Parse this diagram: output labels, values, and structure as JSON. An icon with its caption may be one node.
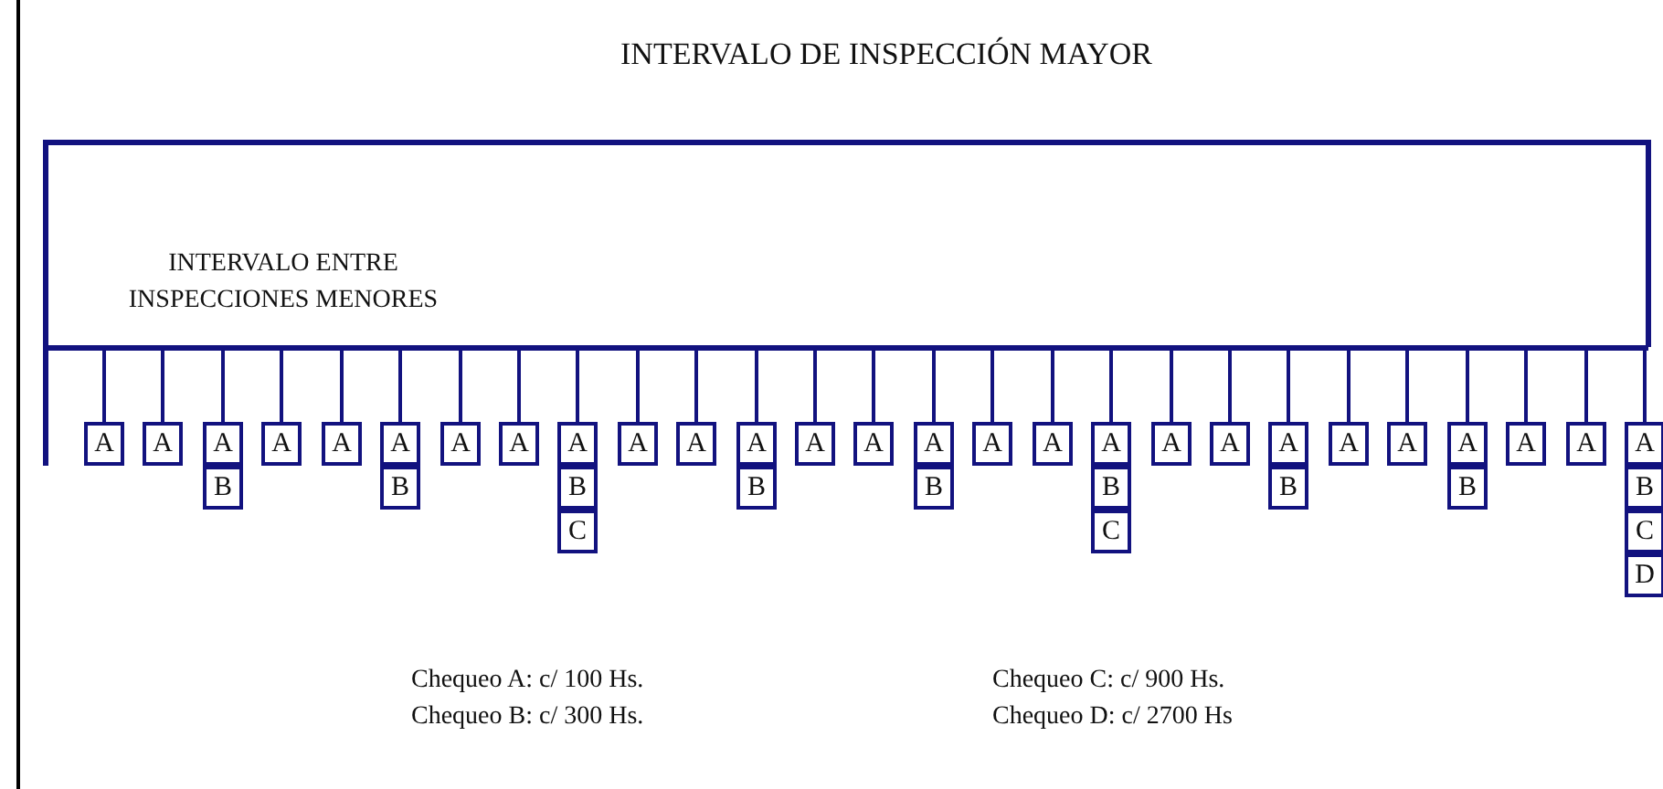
{
  "diagram": {
    "title": "INTERVALO DE INSPECCIÓN MAYOR",
    "nodes": [
      {
        "text": [],
        "shape": "bar"
      },
      {
        "text": [
          "A"
        ]
      },
      {
        "text": [
          "A"
        ]
      },
      {
        "text": [
          "A"
        ]
      },
      {
        "text": [
          "B"
        ]
      },
      {
        "text": [
          "A"
        ]
      },
      {
        "text": [
          "A"
        ]
      },
      {
        "text": [
          "A"
        ]
      },
      {
        "text": [
          "B"
        ]
      },
      {
        "text": [
          "A"
        ]
      },
      {
        "text": [
          "A"
        ]
      },
      {
        "text": [
          "A"
        ]
      },
      {
        "text": [
          "B"
        ]
      },
      {
        "text": [
          "C"
        ]
      },
      {
        "text": [
          "A"
        ]
      },
      {
        "text": [
          "A"
        ]
      },
      {
        "text": [
          "A"
        ]
      },
      {
        "text": [
          "B"
        ]
      },
      {
        "text": [
          "A"
        ]
      },
      {
        "text": [
          "A"
        ]
      },
      {
        "text": [
          "A"
        ]
      },
      {
        "text": [
          "B"
        ]
      },
      {
        "text": [
          "A"
        ]
      },
      {
        "text": [
          "A"
        ]
      },
      {
        "text": [
          "A"
        ]
      },
      {
        "text": [
          "B"
        ]
      },
      {
        "text": [
          "C"
        ]
      },
      {
        "text": [
          "A"
        ]
      },
      {
        "text": [
          "A"
        ]
      },
      {
        "text": [
          "A"
        ]
      },
      {
        "text": [
          "B"
        ]
      },
      {
        "text": [
          "A"
        ]
      },
      {
        "text": [
          "A"
        ]
      },
      {
        "text": [
          "A"
        ]
      },
      {
        "text": [
          "B"
        ]
      },
      {
        "text": [
          "A"
        ]
      },
      {
        "text": [
          "A"
        ]
      },
      {
        "text": [
          "A"
        ]
      },
      {
        "text": [
          "B"
        ]
      },
      {
        "text": [
          "C"
        ]
      },
      {
        "text": [
          "D"
        ]
      }
    ],
    "edges": [
      {
        "from": 0,
        "to": 1,
        "arrow": "none"
      },
      {
        "from": 0,
        "to": 2,
        "arrow": "none"
      },
      {
        "from": 0,
        "to": 3,
        "arrow": "none"
      },
      {
        "from": 0,
        "to": 5,
        "arrow": "none"
      },
      {
        "from": 0,
        "to": 6,
        "arrow": "none"
      },
      {
        "from": 0,
        "to": 7,
        "arrow": "none"
      },
      {
        "from": 0,
        "to": 9,
        "arrow": "none"
      },
      {
        "from": 0,
        "to": 10,
        "arrow": "none"
      },
      {
        "from": 0,
        "to": 11,
        "arrow": "none"
      },
      {
        "from": 0,
        "to": 14,
        "arrow": "none"
      },
      {
        "from": 0,
        "to": 15,
        "arrow": "none"
      },
      {
        "from": 0,
        "to": 16,
        "arrow": "none"
      },
      {
        "from": 0,
        "to": 18,
        "arrow": "none"
      },
      {
        "from": 0,
        "to": 19,
        "arrow": "none"
      },
      {
        "from": 0,
        "to": 20,
        "arrow": "none"
      },
      {
        "from": 0,
        "to": 22,
        "arrow": "none"
      },
      {
        "from": 0,
        "to": 23,
        "arrow": "none"
      },
      {
        "from": 0,
        "to": 24,
        "arrow": "none"
      },
      {
        "from": 0,
        "to": 27,
        "arrow": "none"
      },
      {
        "from": 0,
        "to": 28,
        "arrow": "none"
      },
      {
        "from": 0,
        "to": 29,
        "arrow": "none"
      },
      {
        "from": 0,
        "to": 31,
        "arrow": "none"
      },
      {
        "from": 0,
        "to": 32,
        "arrow": "none"
      },
      {
        "from": 0,
        "to": 33,
        "arrow": "none"
      },
      {
        "from": 0,
        "to": 35,
        "arrow": "none"
      },
      {
        "from": 0,
        "to": 36,
        "arrow": "none"
      },
      {
        "from": 0,
        "to": 37,
        "arrow": "none"
      }
    ],
    "labels": [
      "INTERVALO ENTRE INSPECCIONES MENORES",
      "Chequeo A: c/ 100 Hs.",
      "Chequeo B: c/ 300 Hs.",
      "Chequeo C: c/ 900 Hs.",
      "Chequeo D: c/ 2700 Hs"
    ]
  }
}
